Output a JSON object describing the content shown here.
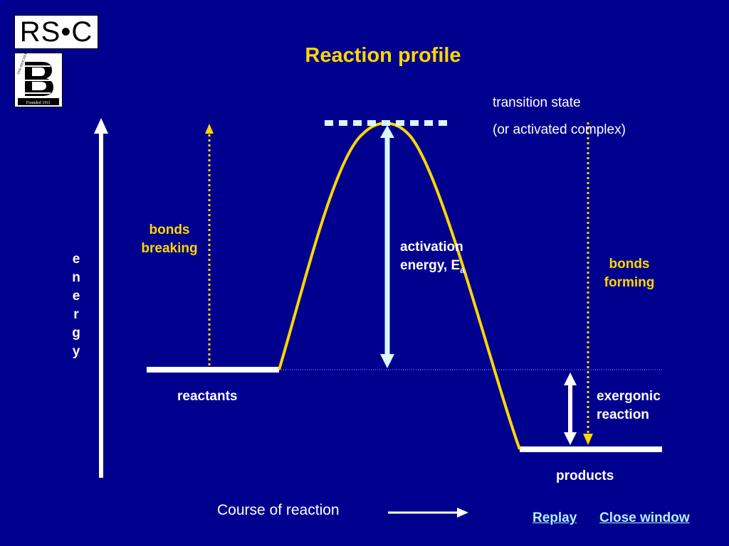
{
  "logos": {
    "rsc_text": "RS•C",
    "biochem_lettering": "THE BIOCHEMICAL SOCIETY",
    "biochem_founded": "Founded 1911"
  },
  "title": "Reaction profile",
  "labels": {
    "transition_state_line1": "transition state",
    "transition_state_line2": "(or activated complex)",
    "bonds_breaking_line1": "bonds",
    "bonds_breaking_line2": "breaking",
    "activation_line1": "activation",
    "activation_line2": "energy, E",
    "activation_subscript": "a",
    "bonds_forming_line1": "bonds",
    "bonds_forming_line2": "forming",
    "reactants": "reactants",
    "products": "products",
    "exergonic_line1": "exergonic",
    "exergonic_line2": "reaction",
    "energy_axis": [
      "e",
      "n",
      "e",
      "r",
      "g",
      "y"
    ],
    "course_of_reaction": "Course of reaction"
  },
  "links": {
    "replay": "Replay",
    "close_window": "Close window"
  },
  "colors": {
    "background": "#00008f",
    "curve": "#ffd700",
    "arrow_light": "#d8f8ff",
    "white": "#ffffff"
  }
}
